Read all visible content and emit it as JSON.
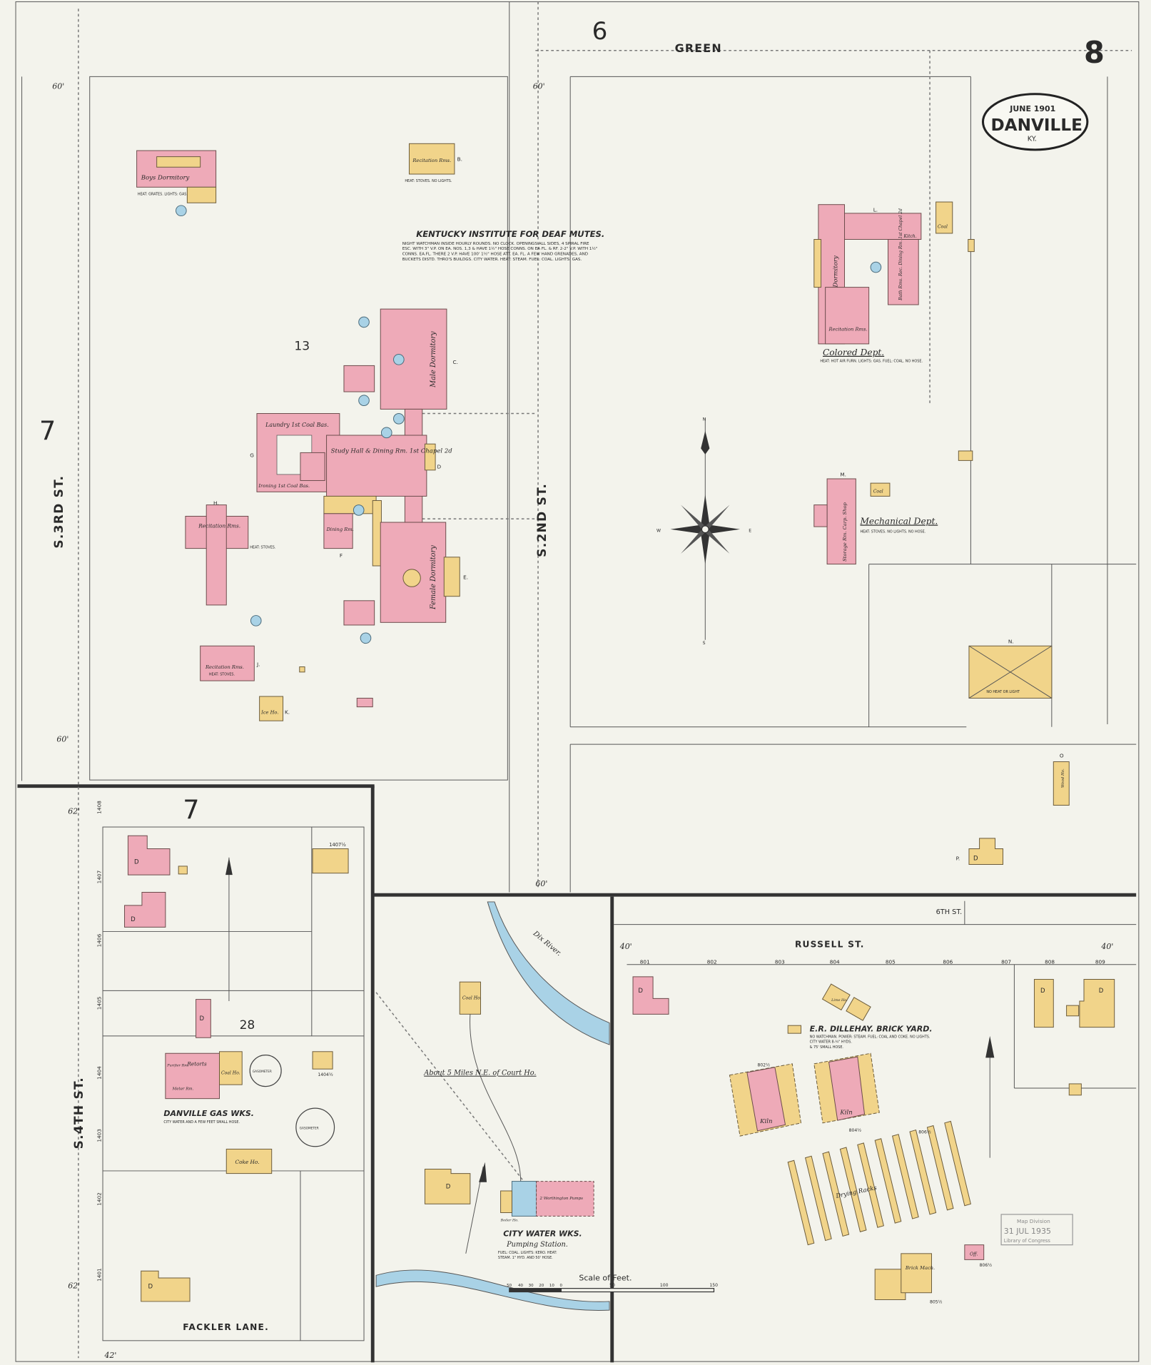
{
  "sheet": {
    "number": "8",
    "block_top": "6",
    "block_left": "7",
    "block_lower_left": "7"
  },
  "title_cartouche": {
    "date": "JUNE 1901",
    "city": "DANVILLE",
    "state": "KY."
  },
  "streets": {
    "green": "GREEN",
    "s_3rd": "S.3RD ST.",
    "s_2nd": "S.2ND ST.",
    "s_4th": "S.4TH ST.",
    "russell": "RUSSELL ST.",
    "sixth": "6TH ST.",
    "fackler": "FACKLER LANE."
  },
  "block_numbers": {
    "main": "13",
    "gas": "28"
  },
  "institute": {
    "name": "KENTUCKY INSTITUTE FOR DEAF MUTES.",
    "notes": [
      "NIGHT WATCHMAN INSIDE HOURLY ROUNDS. NO CLOCK. OPENINGS ALL SIDES, 4 SPIRAL FIRE",
      "ESC. WITH 3\" V.P. ON EA. NOS. 1,3 & HAVE 1½\" HOSE CONNS. ON EA FL. & RF. 2-2\" V.P. WITH 1½\"",
      "CONNS. EA.FL. THERE 2 V.P. HAVE 100' 1½\" HOSE ATT. EA. FL. A FEW HAND GRENADES, AND",
      "BUCKETS DISTD. THRO'S BUILDGS. CITY WATER. HEAT: STEAM. FUEL: COAL. LIGHTS: GAS."
    ]
  },
  "buildings": {
    "boys_dorm": "Boys Dormitory",
    "boys_dorm_note": "HEAT: GRATES. LIGHTS: GAS.",
    "recit_b": "Recitation Rms.",
    "recit_b_note": "HEAT: STOVES. NO LIGHTS.",
    "male_dorm": "Male Dormitory",
    "laundry": "Laundry 1st Coal Bas.",
    "ironing": "Ironing 1st Coal Bas.",
    "study_hall": "Study Hall & Dining Rm. 1st Chapel 2d",
    "dining": "Dining Rm.",
    "female_dorm": "Female Dormitory",
    "recit_h": "Recitation Rms.",
    "recit_h_note": "HEAT: STOVES.",
    "recit_j": "Recitation Rms.",
    "recit_j_note": "HEAT: STOVES.",
    "ice_ho": "Ice Ho.",
    "colored_dept": "Colored Dept.",
    "colored_note": "HEAT: HOT AIR FURN. LIGHTS: GAS. FUEL: COAL. NO HOSE.",
    "dormitory": "Dormitory",
    "bath": "Bath Rms. Rec. Dining Rm. 1st Chapel 2d",
    "kitch": "Kitch.",
    "recit_colored": "Recitation Rms.",
    "coal": "Coal",
    "mech_dept": "Mechanical Dept.",
    "mech_note": "HEAT: STOVES. NO LIGHTS. NO HOSE.",
    "mech_bldg": "Storage Rm. Carp. Shop",
    "n_note": "NO HEAT OR LIGHT",
    "wood_ho": "Wood Ho.",
    "dwelling": "D",
    "letters": [
      "B.",
      "C.",
      "D",
      "E.",
      "F",
      "G",
      "H.",
      "J.",
      "K.",
      "L.",
      "M.",
      "N.",
      "O",
      "P."
    ]
  },
  "gas_works": {
    "name": "DANVILLE GAS WKS.",
    "note": "CITY WATER AND A FEW FEET SMALL HOSE.",
    "retorts": "Retorts",
    "meter": "Meter Rm.",
    "coal_ho": "Coal Ho.",
    "purifier": "Purifier Rm.",
    "gasometer": "GASOMETER",
    "coke_ho": "Coke Ho.",
    "addr_1407": "1407½",
    "addr_1404": "1404½"
  },
  "water_works": {
    "location": "About 5 Miles N.E. of Court Ho.",
    "coal_ho": "Coal Ho.",
    "name": "CITY WATER WKS.",
    "sub": "Pumping Station.",
    "note1": "FUEL: COAL. LIGHTS: KERO. HEAT:",
    "note2": "STEAM. 1\" HYD. AND 50' HOSE.",
    "river": "Dix River.",
    "pumping": "2 Worthington Pumps",
    "boiler": "Boiler Ho."
  },
  "brick_yard": {
    "name": "E.R. DILLEHAY. BRICK YARD.",
    "note1": "NO WATCHMAN. POWER: STEAM. FUEL: COAL AND COKE. NO LIGHTS.",
    "note2": "CITY WATER 8-¾\" HYDS.",
    "note3": "& 75' SMALL HOSE.",
    "kiln": "Kiln",
    "drying": "Drying Racks",
    "off": "Off.",
    "brick_mach": "Brick Mach.",
    "lime": "Lime Ho.",
    "addresses": [
      "801",
      "802",
      "803",
      "804",
      "805",
      "806",
      "807",
      "808",
      "809",
      "802½",
      "804½",
      "806½",
      "805½",
      "806½"
    ]
  },
  "addresses_left": [
    "1408",
    "1407",
    "1406",
    "1405",
    "1404",
    "1403",
    "1402",
    "1401"
  ],
  "widths": {
    "w60": "60'",
    "w40": "40'",
    "w62": "62'",
    "w42": "42'"
  },
  "compass": {
    "n": "N",
    "s": "S",
    "e": "E",
    "w": "W"
  },
  "scale": {
    "title": "Scale of Feet.",
    "ticks": [
      "50",
      "40",
      "30",
      "20",
      "10",
      "0",
      "50",
      "100",
      "150"
    ]
  },
  "stamp": {
    "line1": "Map Division",
    "line2": "31 JUL 1935",
    "line3": "Library of Congress"
  },
  "colors": {
    "brick": "#eeaab8",
    "frame": "#f1d48a",
    "stone_iron": "#a9d2e6",
    "paper": "#f3f3ec"
  }
}
